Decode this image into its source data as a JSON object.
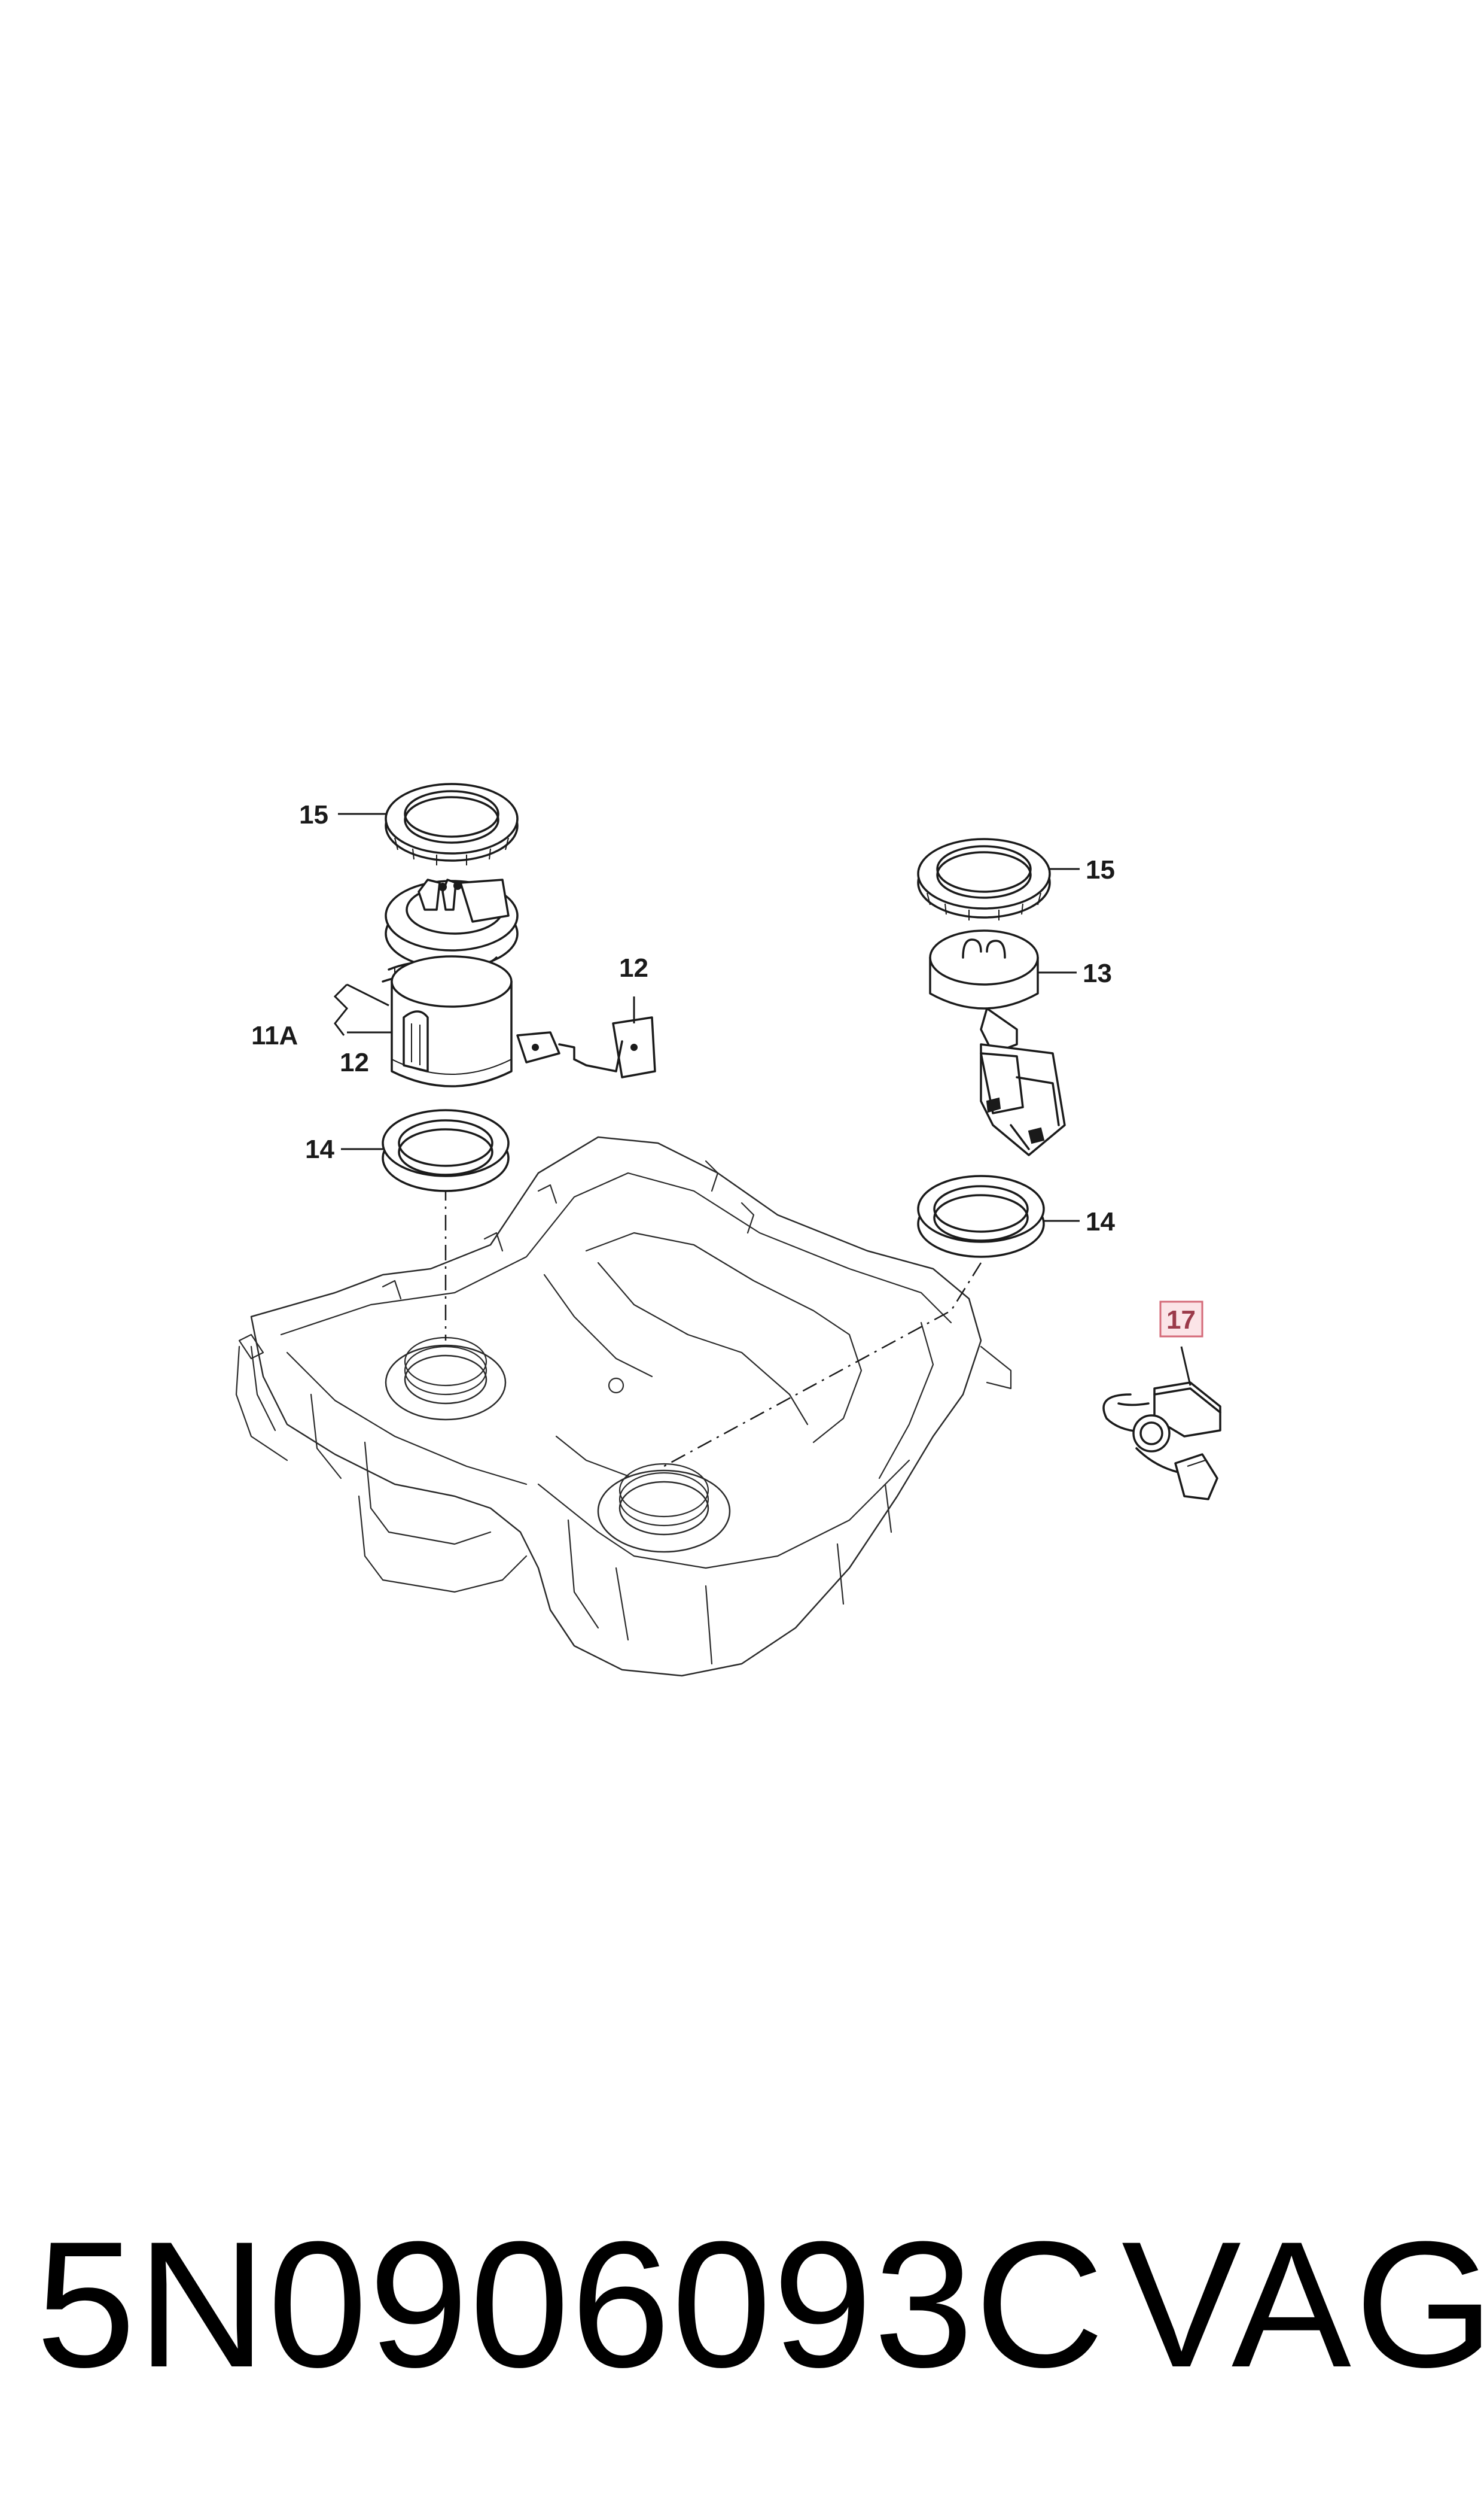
{
  "callouts": {
    "c15_left": "15",
    "c11a": "11A",
    "c12_left": "12",
    "c12_sender": "12",
    "c14_left": "14",
    "c15_right": "15",
    "c13": "13",
    "c14_right": "14",
    "c17": "17"
  },
  "highlight_color": "#d46a78",
  "footer": {
    "part_number": "5N0906093C",
    "brand": "VAG"
  }
}
